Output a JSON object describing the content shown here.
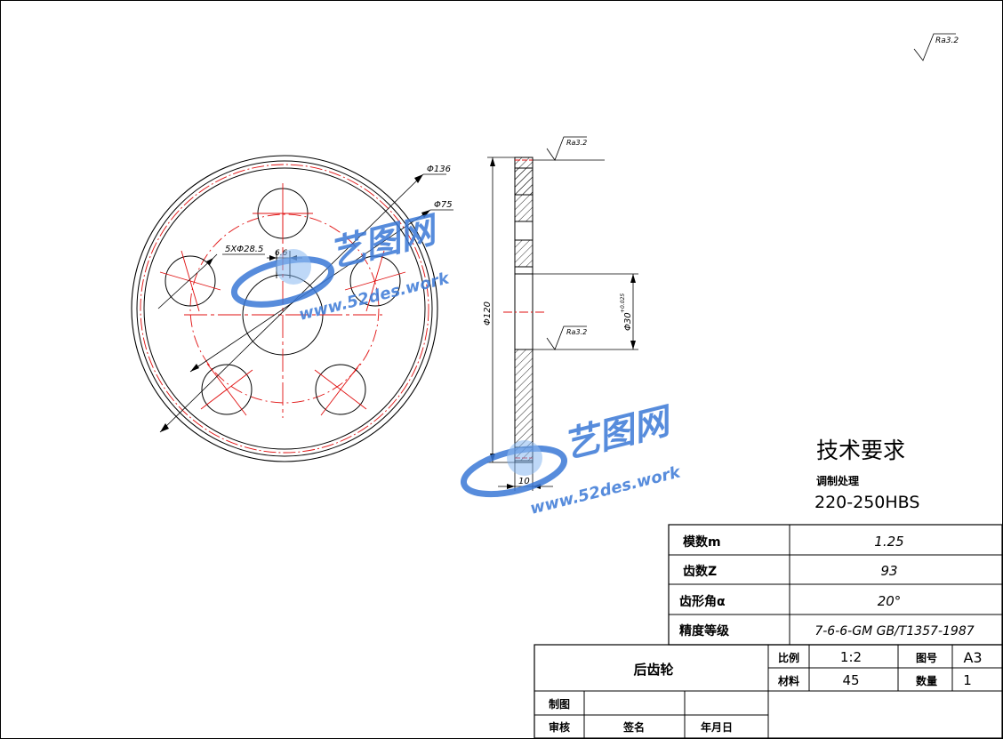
{
  "roughness_symbols": [
    "Ra3.2",
    "Ra3.2",
    "Ra3.2"
  ],
  "front_view": {
    "dim_outer": "Φ136",
    "dim_pitch": "Φ75",
    "dim_holes": "5XΦ28.5",
    "dim_slot": "6.6"
  },
  "side_view": {
    "dim_height": "Φ120",
    "dim_bore": "Φ30",
    "dim_bore_tol": "+0.025",
    "dim_width": "10"
  },
  "tech_requirements": {
    "heading": "技术要求",
    "line1": "调制处理",
    "line2": "220-250HBS"
  },
  "gear_params": [
    {
      "label": "模数m",
      "value": "1.25"
    },
    {
      "label": "齿数Z",
      "value": "93"
    },
    {
      "label": "齿形角α",
      "value": "20°"
    },
    {
      "label": "精度等级",
      "value": "7-6-6-GM GB/T1357-1987"
    }
  ],
  "title_block": {
    "part_name": "后齿轮",
    "scale_label": "比例",
    "scale_value": "1:2",
    "drawing_no_label": "图号",
    "drawing_no_value": "A3",
    "material_label": "材料",
    "material_value": "45",
    "quantity_label": "数量",
    "quantity_value": "1",
    "drawn_label": "制图",
    "checked_label": "审核",
    "signature_label": "签名",
    "date_label": "年月日"
  },
  "watermarks": [
    {
      "title": "艺图网",
      "url": "www.52des.work"
    },
    {
      "title": "艺图网",
      "url": "www.52des.work"
    }
  ],
  "colors": {
    "line": "#000000",
    "centerline": "#e01010",
    "watermark": "#3a78d6"
  }
}
